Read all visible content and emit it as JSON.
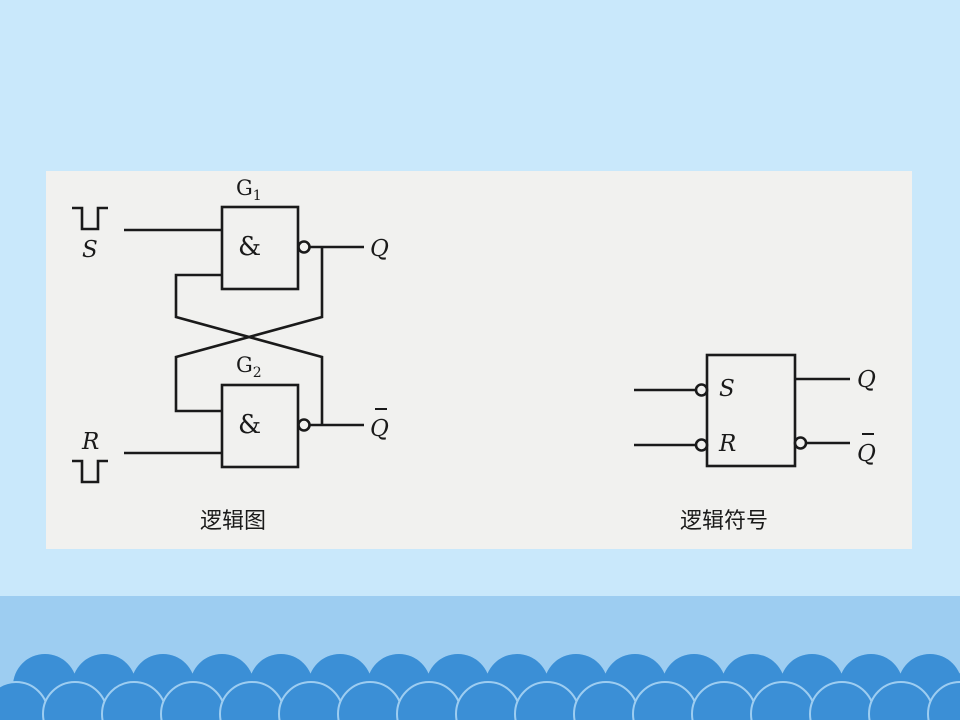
{
  "slide": {
    "colors": {
      "background": "#c9e8fb",
      "band": "#9dcdf1",
      "scallop": "#3b8fd6",
      "figure_bg": "#f1f1ef",
      "ink": "#1a1a1a"
    }
  },
  "logic_diagram": {
    "gate_g1": {
      "name": "G",
      "sub": "1",
      "symbol": "&"
    },
    "gate_g2": {
      "name": "G",
      "sub": "2",
      "symbol": "&"
    },
    "input_s": "S",
    "input_r": "R",
    "output_q": "Q",
    "output_qbar": "Q",
    "caption": "逻辑图"
  },
  "logic_symbol": {
    "pin_s": "S",
    "pin_r": "R",
    "output_q": "Q",
    "output_qbar": "Q",
    "caption": "逻辑符号"
  }
}
